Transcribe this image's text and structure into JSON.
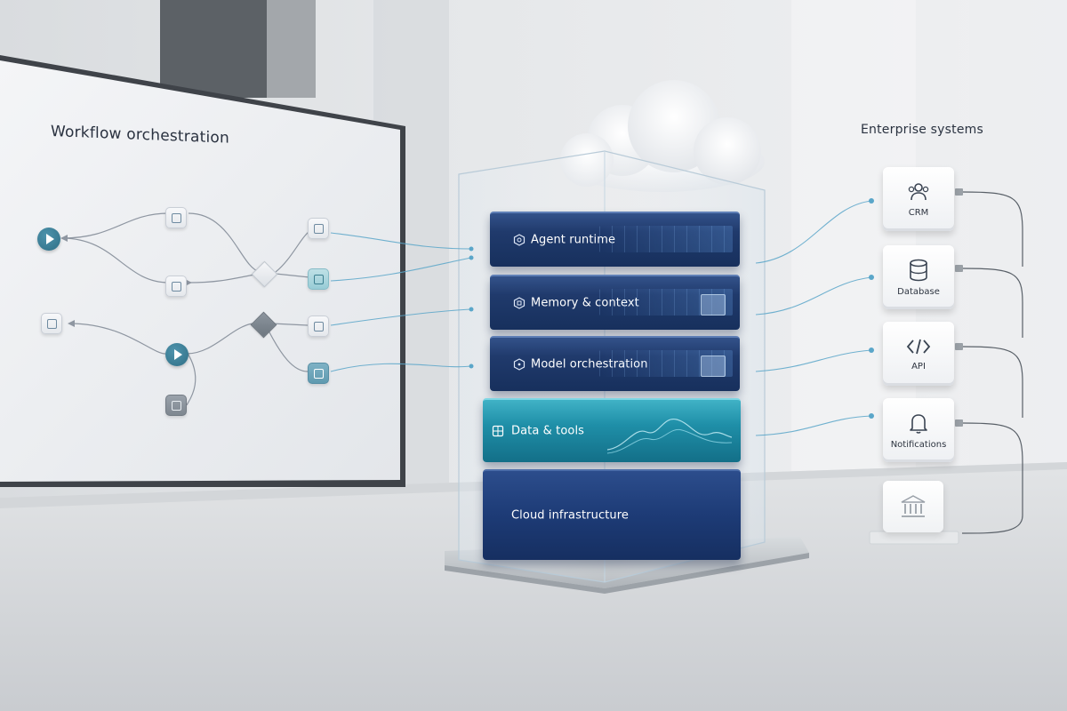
{
  "workflow": {
    "title": "Workflow orchestration"
  },
  "tower": {
    "layers": [
      {
        "label": "Agent runtime",
        "icon": "hexagon-gear-icon"
      },
      {
        "label": "Memory & context",
        "icon": "hexagon-chip-icon"
      },
      {
        "label": "Model orchestration",
        "icon": "hexagon-network-icon"
      },
      {
        "label": "Data & tools",
        "icon": "data-grid-icon"
      },
      {
        "label": "Cloud infrastructure",
        "icon": ""
      }
    ],
    "top_icon": "cloud-icon"
  },
  "enterprise": {
    "title": "Enterprise systems",
    "systems": [
      {
        "label": "CRM",
        "icon": "users-icon"
      },
      {
        "label": "Database",
        "icon": "database-icon"
      },
      {
        "label": "API",
        "icon": "code-brackets-icon"
      },
      {
        "label": "Notifications",
        "icon": "bell-icon"
      }
    ],
    "extra_icon": "bank-icon"
  },
  "colors": {
    "navy_layer": "#203a6c",
    "teal_layer": "#1f8fa8",
    "accent_teal": "#2f6f86",
    "connector": "#5aa6c9"
  }
}
